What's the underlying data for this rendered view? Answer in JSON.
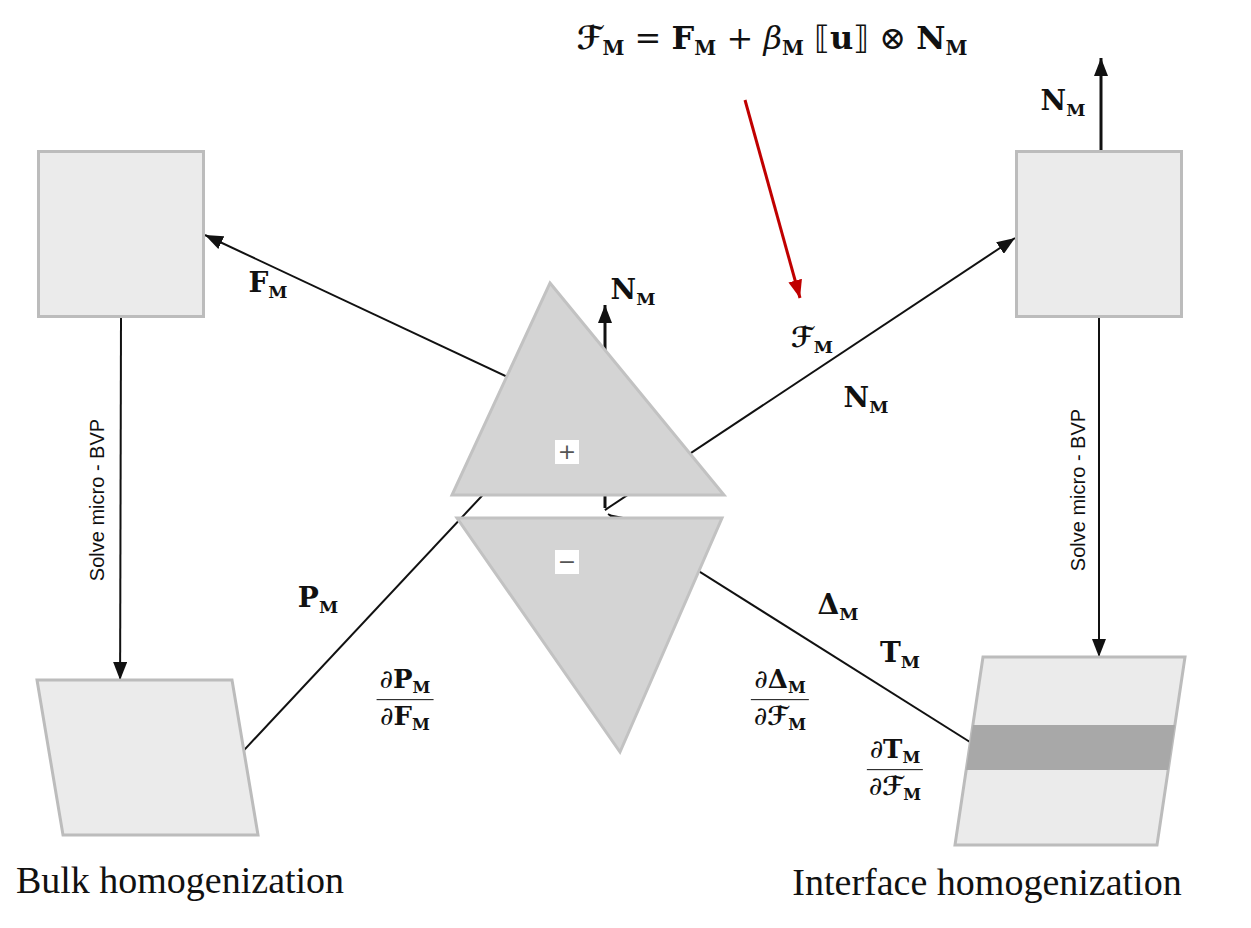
{
  "diagram": {
    "nodes": [
      {
        "text": []
      },
      {
        "text": []
      },
      {
        "text": [
          "+"
        ]
      },
      {
        "text": [
          "−"
        ]
      },
      {
        "text": [
          "Bulk homogenization"
        ]
      },
      {
        "text": [
          "Interface homogenization"
        ]
      }
    ],
    "edges": [
      {
        "from": 2,
        "to": 0,
        "arrow": "to",
        "label": "FM"
      },
      {
        "from": 4,
        "to": 2,
        "arrow": "to",
        "label": "PM"
      },
      {
        "from": 3,
        "to": 1,
        "arrow": "to",
        "label": "ℱM"
      },
      {
        "from": 5,
        "to": 3,
        "arrow": "to",
        "label": "ΔM"
      },
      {
        "from": 0,
        "to": 4,
        "arrow": "to",
        "label": "Solve micro - BVP"
      },
      {
        "from": 1,
        "to": 5,
        "arrow": "to",
        "label": "Solve micro - BVP"
      }
    ],
    "labels": [
      "ℱM = FM + βM ⟦u⟧ ⊗ NM",
      "NM",
      "NM",
      "NM",
      "∂PM/∂FM",
      "TM",
      "∂ΔM/∂ℱM",
      "∂TM/∂ℱM"
    ]
  }
}
